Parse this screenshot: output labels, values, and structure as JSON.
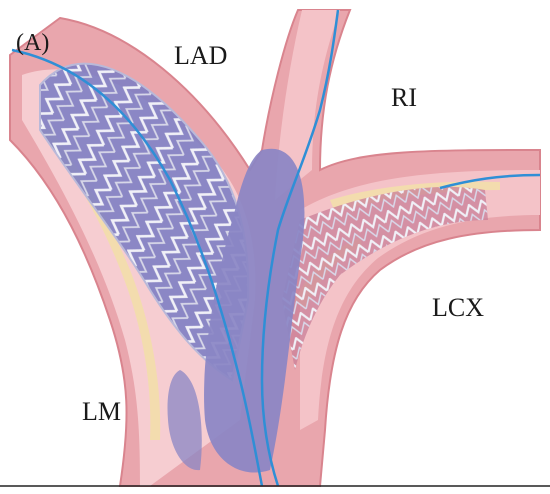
{
  "panel_label": "(A)",
  "labels": {
    "lad": "LAD",
    "ri": "RI",
    "lcx": "LCX",
    "lm": "LM"
  },
  "colors": {
    "vessel_wall": "#e9a6ad",
    "vessel_wall_dark": "#d9848e",
    "vessel_lumen": "#f6cdd1",
    "plaque": "#f3dcae",
    "stent_fill": "#7f7fc3",
    "stent_wire": "#eeeef6",
    "balloon": "#8a86c4",
    "guidewire": "#2f8fd6"
  }
}
